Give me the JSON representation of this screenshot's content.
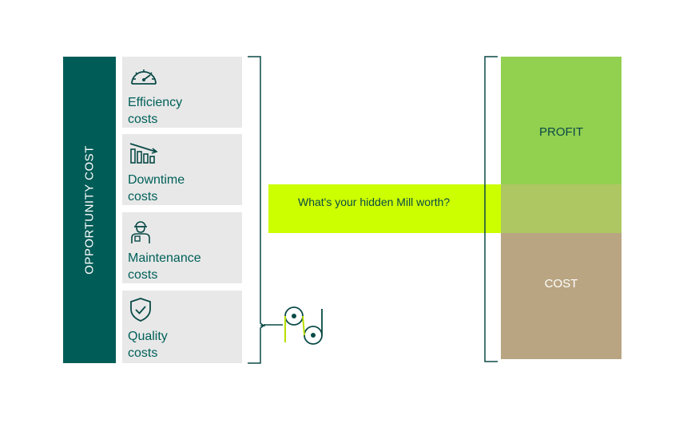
{
  "sidebar": {
    "label": "OPPORTUNITY COST"
  },
  "cards": [
    {
      "label": "Efficiency\ncosts",
      "icon": "gauge-icon"
    },
    {
      "label": "Downtime\ncosts",
      "icon": "declining-bars-icon"
    },
    {
      "label": "Maintenance\ncosts",
      "icon": "worker-icon"
    },
    {
      "label": "Quality\ncosts",
      "icon": "shield-check-icon"
    }
  ],
  "banner": {
    "text": "What's your hidden Mill worth?"
  },
  "blocks": {
    "profit": "PROFIT",
    "cost": "COST"
  },
  "colors": {
    "dark_teal": "#005c57",
    "card_grey": "#e8e8e8",
    "lime": "#ccff00",
    "profit_green": "#92d050",
    "cost_tan": "#b9a582"
  }
}
